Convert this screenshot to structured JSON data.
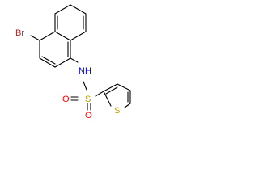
{
  "molecule": {
    "atoms": {
      "bromine": "Br",
      "nh_nitrogen": "N",
      "nh_hydrogen": "H",
      "sulfonyl_sulfur": "S",
      "sulfonyl_oxygen_left": "O",
      "sulfonyl_oxygen_right": "O",
      "thiophene_sulfur": "S"
    },
    "colors": {
      "bond": "#000000",
      "carbon": "#000000",
      "bromine": "#a52a2a",
      "nitrogen": "#0000ff",
      "oxygen": "#ff0000",
      "sulfur": "#b8a000"
    }
  }
}
